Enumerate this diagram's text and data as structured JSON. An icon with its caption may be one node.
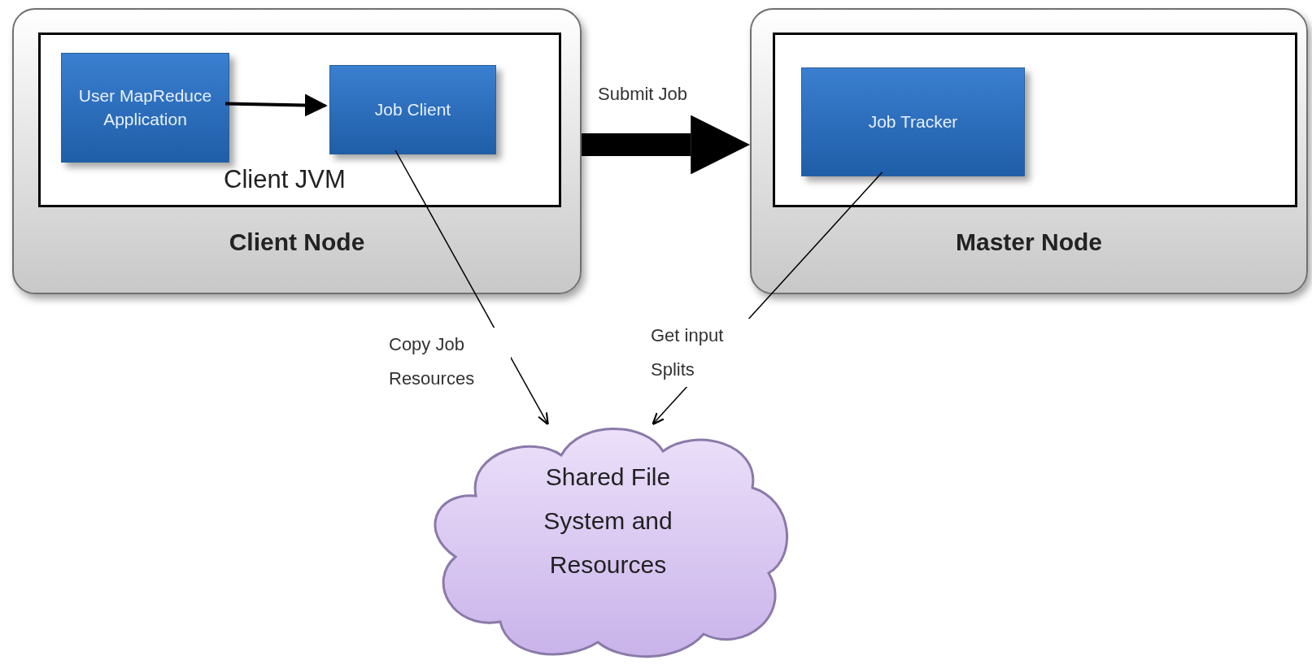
{
  "diagram": {
    "nodes": [
      {
        "text": [
          "Client Node"
        ]
      },
      {
        "text": [
          "Client JVM"
        ],
        "in": 0
      },
      {
        "text": [
          "User MapReduce Application"
        ],
        "in": 1
      },
      {
        "text": [
          "Job Client"
        ],
        "in": 1
      },
      {
        "text": [
          "Master Node"
        ]
      },
      {
        "text": [],
        "shape": "box",
        "in": 4
      },
      {
        "text": [
          "Job Tracker"
        ],
        "in": 5
      },
      {
        "text": [
          "Shared File System and Resources"
        ]
      }
    ],
    "edges": [
      {
        "from": 2,
        "to": 3,
        "arrow": "to",
        "style": "thick"
      },
      {
        "from": 0,
        "to": 4,
        "arrow": "to",
        "label": "Submit Job",
        "style": "thick"
      },
      {
        "from": 3,
        "to": 7,
        "arrow": "to",
        "label": "Copy Job Resources"
      },
      {
        "from": 6,
        "to": 7,
        "arrow": "to",
        "label": "Get input Splits"
      }
    ]
  }
}
